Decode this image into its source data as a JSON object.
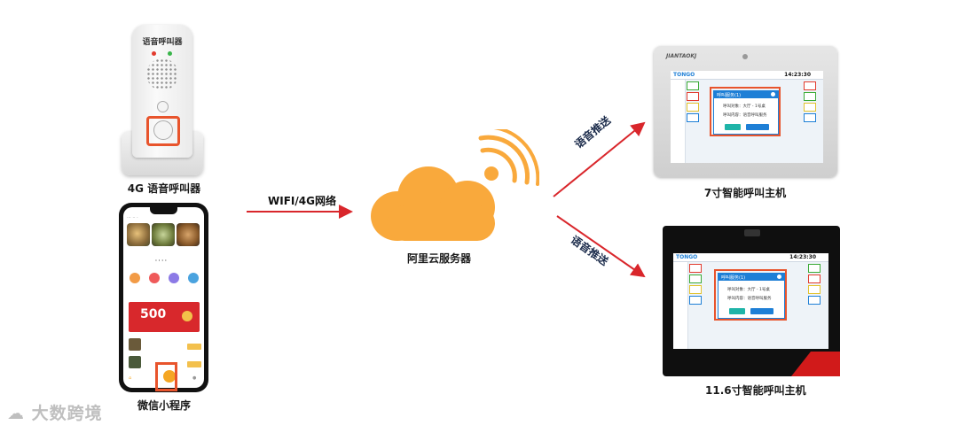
{
  "labels": {
    "caller_caption": "4G 语音呼叫器",
    "phone_caption": "微信小程序",
    "network_label": "WIFI/4G网络",
    "cloud_caption": "阿里云服务器",
    "push_label_top": "语音推送",
    "push_label_bottom": "语音推送",
    "term7_caption": "7寸智能呼叫主机",
    "term11_caption": "11.6寸智能呼叫主机"
  },
  "caller": {
    "brand": "语音呼叫器"
  },
  "phone": {
    "banner_value": "500"
  },
  "terminal_7": {
    "logo": "TONGO",
    "brand": "JIANTAOKJ",
    "time": "14:23:30",
    "dialog_title": "呼叫服务(1)",
    "dialog_lines": [
      "呼叫对象：大厅 - 1号桌",
      "呼叫内容：语音呼叫服务"
    ]
  },
  "terminal_11": {
    "logo": "TONGO",
    "time": "14:23:30",
    "dialog_title": "呼叫服务(1)",
    "dialog_lines": [
      "呼叫对象：大厅 - 1号桌",
      "呼叫内容：语音呼叫服务"
    ]
  },
  "watermark": "大数跨境",
  "colors": {
    "arrow": "#d9262b",
    "cloud": "#f9a93c",
    "highlight": "#e8542c",
    "screen_blue": "#1e7fd6"
  }
}
